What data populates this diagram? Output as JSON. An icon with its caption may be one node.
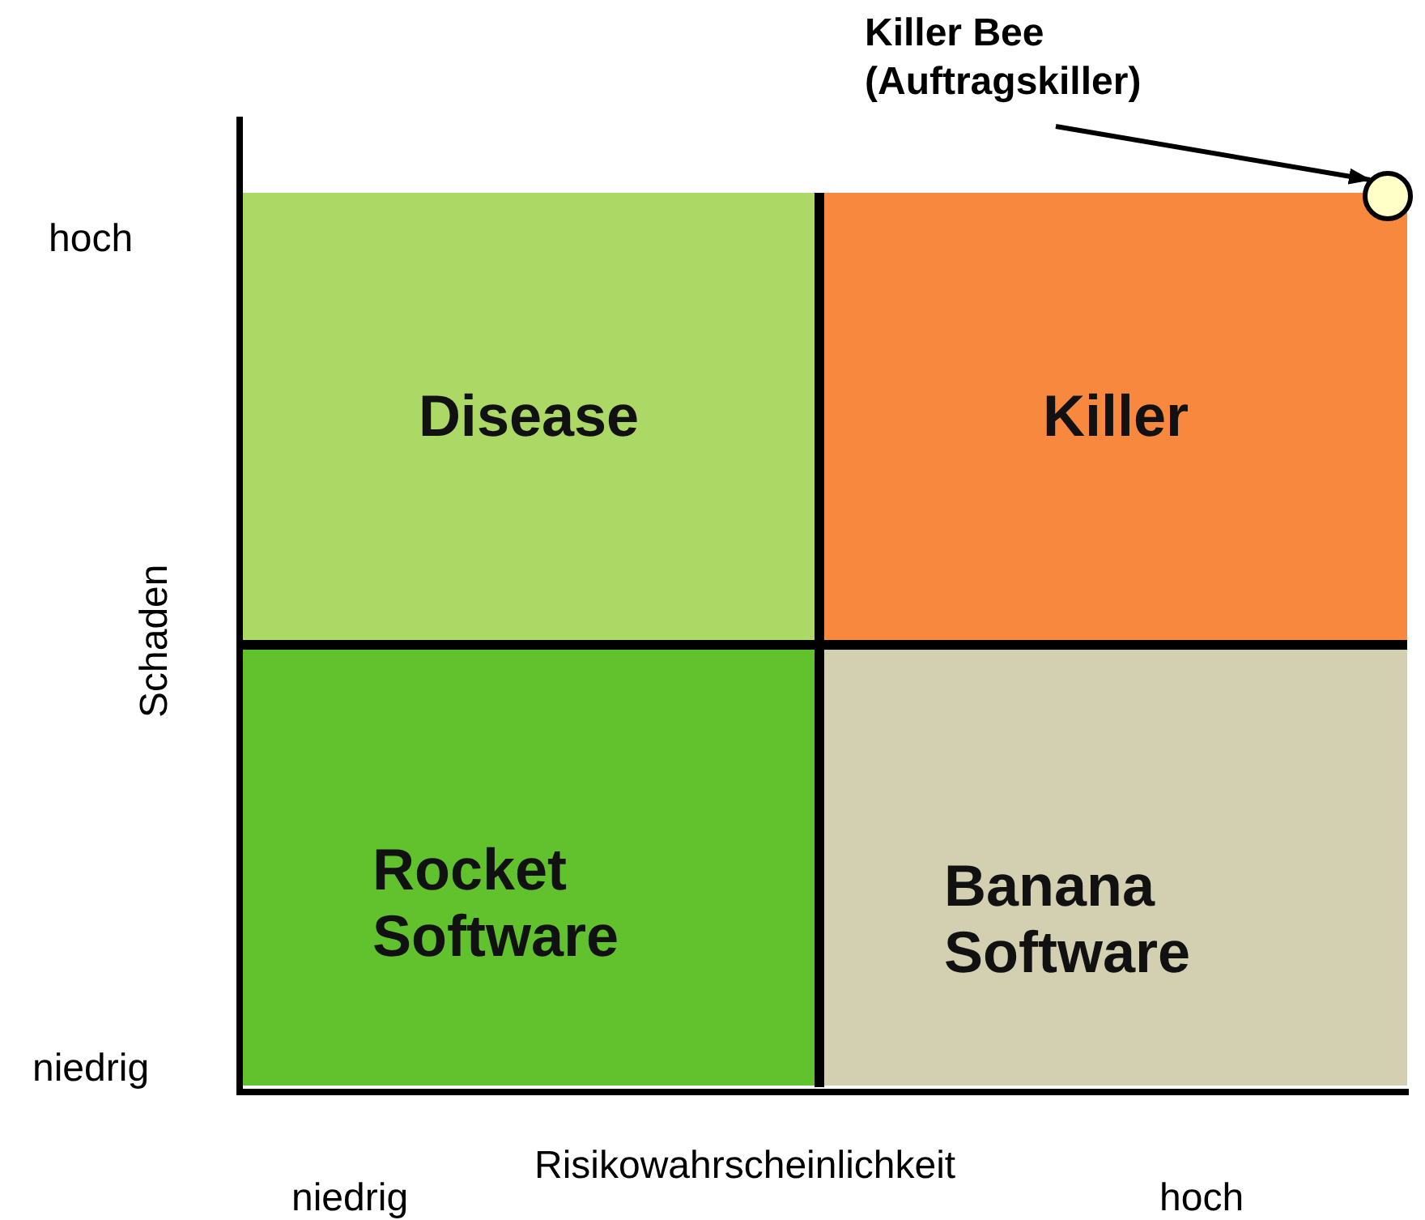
{
  "diagram": {
    "nodes": [
      {
        "text": [
          "Disease"
        ]
      },
      {
        "text": [
          "Killer"
        ]
      },
      {
        "text": [
          "Rocket Software"
        ]
      },
      {
        "text": [
          "Banana Software"
        ]
      },
      {
        "text": [
          "Killer Bee (Auftragskiller)"
        ]
      },
      {
        "text": [],
        "shape": "circle"
      }
    ],
    "edges": [
      {
        "from": 4,
        "to": 5,
        "arrow": "to"
      }
    ],
    "labels": [
      "hoch",
      "Schaden",
      "niedrig",
      "niedrig",
      "Risikowahrscheinlichkeit",
      "hoch"
    ]
  }
}
